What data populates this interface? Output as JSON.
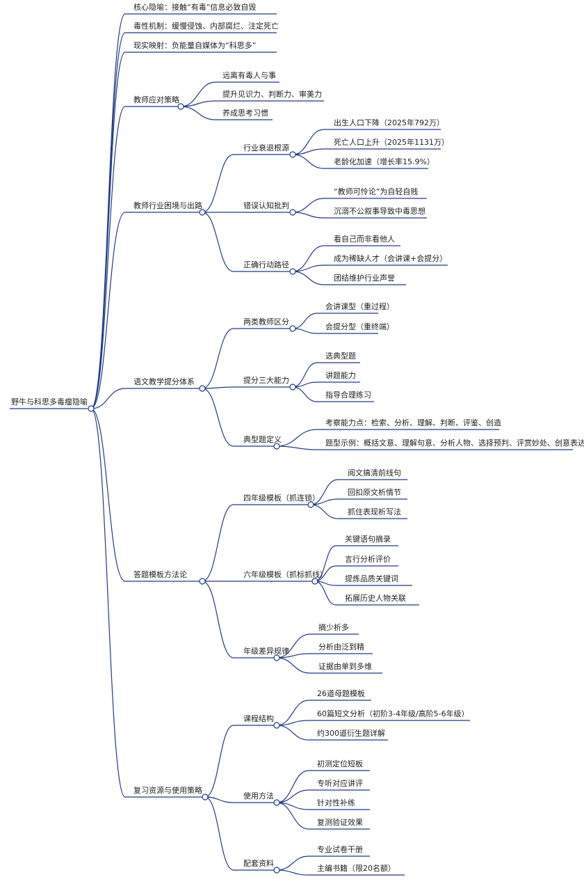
{
  "root": {
    "label": "野牛与科思多毒瘤隐喻"
  },
  "branches": [
    {
      "label": "核心隐喻：接触“有毒”信息必致自毁"
    },
    {
      "label": "毒性机制：缓慢侵蚀、内部腐烂、注定死亡"
    },
    {
      "label": "现实映射：负能量自媒体为“科思多”"
    },
    {
      "label": "教师应对策略",
      "children": [
        {
          "label": "远离有毒人与事"
        },
        {
          "label": "提升见识力、判断力、审美力"
        },
        {
          "label": "养成思考习惯"
        }
      ]
    },
    {
      "label": "教师行业困境与出路",
      "children": [
        {
          "label": "行业衰退根源",
          "children": [
            {
              "label": "出生人口下降（2025年792万）"
            },
            {
              "label": "死亡人口上升（2025年1131万）"
            },
            {
              "label": "老龄化加速（增长率15.9%）"
            }
          ]
        },
        {
          "label": "错误认知批判",
          "children": [
            {
              "label": "“教师可怜论”为自轻自贱"
            },
            {
              "label": "沉溺不公叙事导致中毒思想"
            }
          ]
        },
        {
          "label": "正确行动路径",
          "children": [
            {
              "label": "看自己而非看他人"
            },
            {
              "label": "成为稀缺人才（会讲课+会提分）"
            },
            {
              "label": "团结维护行业声誉"
            }
          ]
        }
      ]
    },
    {
      "label": "语文教学提分体系",
      "children": [
        {
          "label": "两类教师区分",
          "children": [
            {
              "label": "会讲课型（重过程）"
            },
            {
              "label": "会提分型（重终端）"
            }
          ]
        },
        {
          "label": "提分三大能力",
          "children": [
            {
              "label": "选典型题"
            },
            {
              "label": "讲题能力"
            },
            {
              "label": "指导合理练习"
            }
          ]
        },
        {
          "label": "典型题定义",
          "children": [
            {
              "label": "考察能力点：检索、分析、理解、判断、评鉴、创造"
            },
            {
              "label": "题型示例：概括文意、理解句意、分析人物、选择预判、评赏妙处、创意表达"
            }
          ]
        }
      ]
    },
    {
      "label": "答题模板方法论",
      "children": [
        {
          "label": "四年级模板（抓连锁）",
          "children": [
            {
              "label": "阅文搞清前线句"
            },
            {
              "label": "回扣原文析情节"
            },
            {
              "label": "抓住表现析写法"
            }
          ]
        },
        {
          "label": "六年级模板（抓标抓线）",
          "children": [
            {
              "label": "关键语句摘录"
            },
            {
              "label": "言行分析评价"
            },
            {
              "label": "提炼品质关键词"
            },
            {
              "label": "拓展历史人物关联"
            }
          ]
        },
        {
          "label": "年级差异规律",
          "children": [
            {
              "label": "摘少析多"
            },
            {
              "label": "分析由泛到精"
            },
            {
              "label": "证据由单到多维"
            }
          ]
        }
      ]
    },
    {
      "label": "复习资源与使用策略",
      "children": [
        {
          "label": "课程结构",
          "children": [
            {
              "label": "26道母题模板"
            },
            {
              "label": "60篇短文分析（初阶3-4年级/高阶5-6年级）"
            },
            {
              "label": "约300道衍生题详解"
            }
          ]
        },
        {
          "label": "使用方法",
          "children": [
            {
              "label": "初测定位短板"
            },
            {
              "label": "专听对应讲评"
            },
            {
              "label": "针对性补练"
            },
            {
              "label": "复测验证效果"
            }
          ]
        },
        {
          "label": "配套资料",
          "children": [
            {
              "label": "专业试卷干册"
            },
            {
              "label": "主编书籍（限20名额）"
            }
          ]
        }
      ]
    }
  ],
  "colors": {
    "line": "#1f3a8a",
    "text": "#222222",
    "node_fill": "#ffffff"
  }
}
